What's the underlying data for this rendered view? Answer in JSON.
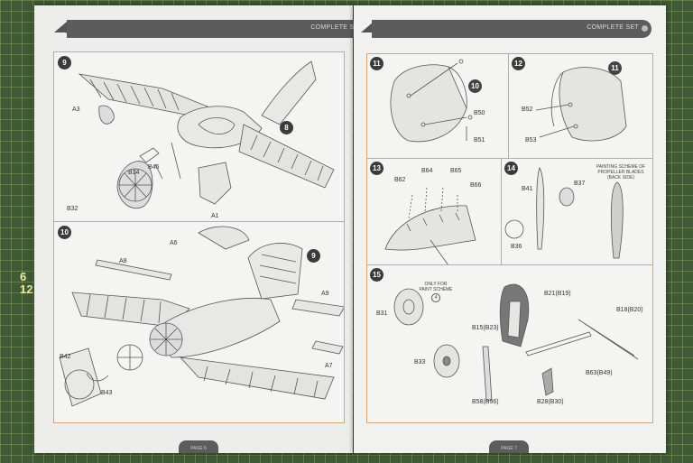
{
  "mat": {
    "ruler_marks": [
      "6",
      "12"
    ]
  },
  "left_page": {
    "header": "COMPLETE SET",
    "footer": "PAGE 6",
    "steps": [
      {
        "number": "9",
        "labels": [
          "A3",
          "B14",
          "B46",
          "B32",
          "A1"
        ],
        "sub_step": "8"
      },
      {
        "number": "10",
        "labels": [
          "A6",
          "A8",
          "A9",
          "B42",
          "B43",
          "A7"
        ],
        "sub_step": "9"
      }
    ]
  },
  "right_page": {
    "header": "COMPLETE SET",
    "footer": "PAGE 7",
    "steps": [
      {
        "number": "11",
        "labels": [
          "B50",
          "B51"
        ],
        "sub_step": "10"
      },
      {
        "number": "12",
        "labels": [
          "B52",
          "B53"
        ],
        "sub_step": "11"
      },
      {
        "number": "13",
        "labels": [
          "B62",
          "B64",
          "B65",
          "B66"
        ]
      },
      {
        "number": "14",
        "labels": [
          "B41",
          "B37",
          "B36"
        ],
        "note": "PAINTING SCHEME OF PROPELLER BLADES (BACK SIDE)"
      },
      {
        "number": "15",
        "labels": [
          "B31",
          "B21(B19)",
          "B18(B20)",
          "B15(B23)",
          "B33",
          "B63(B49)",
          "B58(B56)",
          "B28(B30)"
        ],
        "note": "ONLY FOR PAINT SCHEME",
        "scheme_number": "4"
      }
    ]
  }
}
